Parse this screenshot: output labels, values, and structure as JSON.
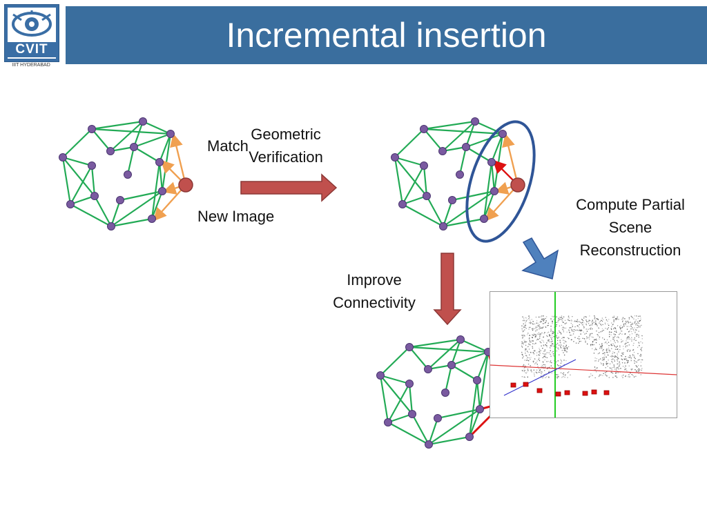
{
  "header": {
    "title": "Incremental insertion",
    "logo_text": "CVIT",
    "logo_subtitle": "IIIT HYDERABAD"
  },
  "labels": {
    "match": "Match",
    "new_image": "New Image",
    "geometric_verification": [
      "Geometric",
      "Verification"
    ],
    "compute_partial": [
      "Compute Partial",
      "Scene",
      "Reconstruction"
    ],
    "improve_connectivity": [
      "Improve",
      "Connectivity"
    ]
  },
  "colors": {
    "title_bar": "#3a6e9e",
    "graph_edge": "#22aa55",
    "graph_node": "#7a5aa0",
    "new_node": "#c0504d",
    "match_arrow": "#f0a050",
    "verified_arrow": "#dd1111",
    "process_arrow": "#c0504d",
    "blue_arrow": "#4f81bd",
    "ellipse": "#2f5597"
  }
}
